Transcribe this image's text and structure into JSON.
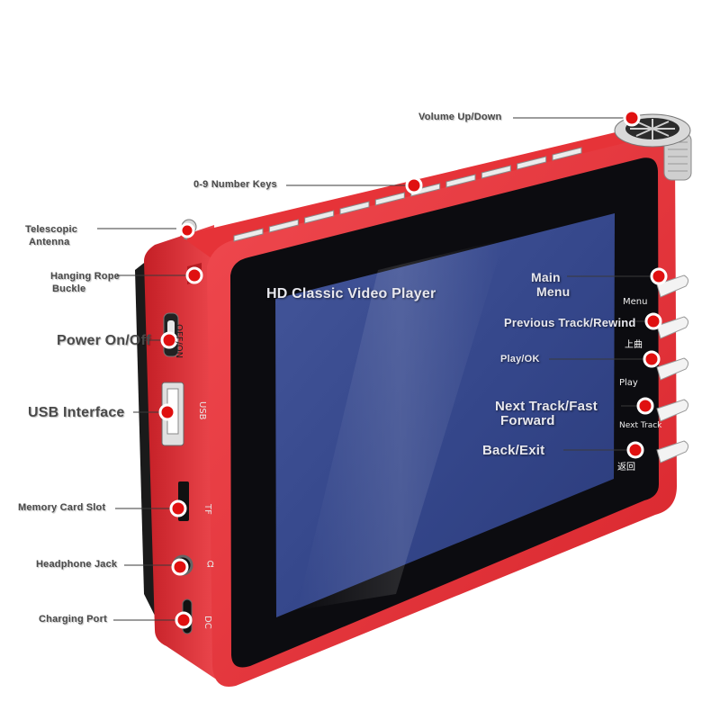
{
  "colors": {
    "device_body": "#e8333a",
    "device_edge": "#b81d24",
    "screen_bezel": "#0b0b0e",
    "screen_panel": "#3b4d86",
    "marker": "#e01010"
  },
  "labels": {
    "volume": "Volume Up/Down",
    "number_keys": "0-9 Number Keys",
    "antenna_line1": "Telescopic",
    "antenna_line2": "Antenna",
    "rope_line1": "Hanging Rope",
    "rope_line2": "Buckle",
    "power": "Power On/Off",
    "usb": "USB Interface",
    "memory_card": "Memory Card Slot",
    "headphone": "Headphone Jack",
    "charging": "Charging Port",
    "player_title": "HD Classic Video Player",
    "main_menu_line1": "Main",
    "main_menu_line2": "Menu",
    "previous": "Previous Track/Rewind",
    "play_ok": "Play/OK",
    "next_line1": "Next Track/Fast",
    "next_line2": "Forward",
    "back_exit": "Back/Exit"
  },
  "device_text": {
    "menu": "Menu",
    "prev_cn": "上曲",
    "play": "Play",
    "next": "Next Track",
    "back_cn": "返回",
    "port_on_off": "OFF/ON",
    "port_usb": "USB",
    "port_tf": "TF",
    "port_headphone": "Ω",
    "port_dc": "DC"
  },
  "number_key_count": 10
}
